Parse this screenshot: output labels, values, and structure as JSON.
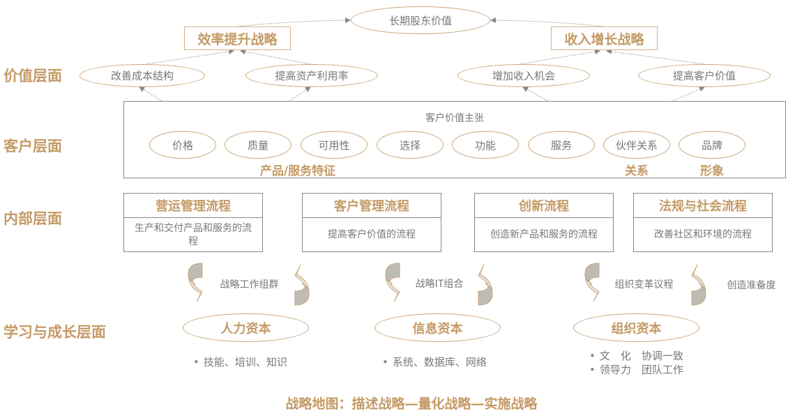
{
  "top": {
    "goal": "长期股东价值",
    "strategy_left": "效率提升战略",
    "strategy_right": "收入增长战略"
  },
  "layers": {
    "value": "价值层面",
    "customer": "客户层面",
    "internal": "内部层面",
    "learning": "学习与成长层面"
  },
  "value_items": [
    "改善成本结构",
    "提高资产利用率",
    "增加收入机会",
    "提高客户价值"
  ],
  "customer": {
    "title": "客户价值主张",
    "items": [
      "价格",
      "质量",
      "可用性",
      "选择",
      "功能",
      "服务",
      "伙伴关系",
      "品牌"
    ],
    "group_labels": [
      "产品/服务特征",
      "关系",
      "形象"
    ]
  },
  "processes": [
    {
      "title": "营运管理流程",
      "body": "生产和交付产品和服务的流程"
    },
    {
      "title": "客户管理流程",
      "body": "提高客户价值的流程"
    },
    {
      "title": "创新流程",
      "body": "创造新产品和服务的流程"
    },
    {
      "title": "法规与社会流程",
      "body": "改善社区和环境的流程"
    }
  ],
  "alignment": [
    "战略工作组群",
    "战略IT组合",
    "组织变革议程",
    "创造准备度"
  ],
  "capitals": [
    {
      "title": "人力资本",
      "bullets": [
        "技能、培训、知识"
      ]
    },
    {
      "title": "信息资本",
      "bullets": [
        "系统、数据库、网络"
      ]
    },
    {
      "title": "组织资本",
      "bullets": [
        "文　化　协调一致",
        "领导力　团队工作"
      ]
    }
  ],
  "footer": "战略地图：描述战略—量化战略—实施战略",
  "colors": {
    "gold": "#c49a66",
    "border": "#c8a57a",
    "text": "#777777"
  }
}
